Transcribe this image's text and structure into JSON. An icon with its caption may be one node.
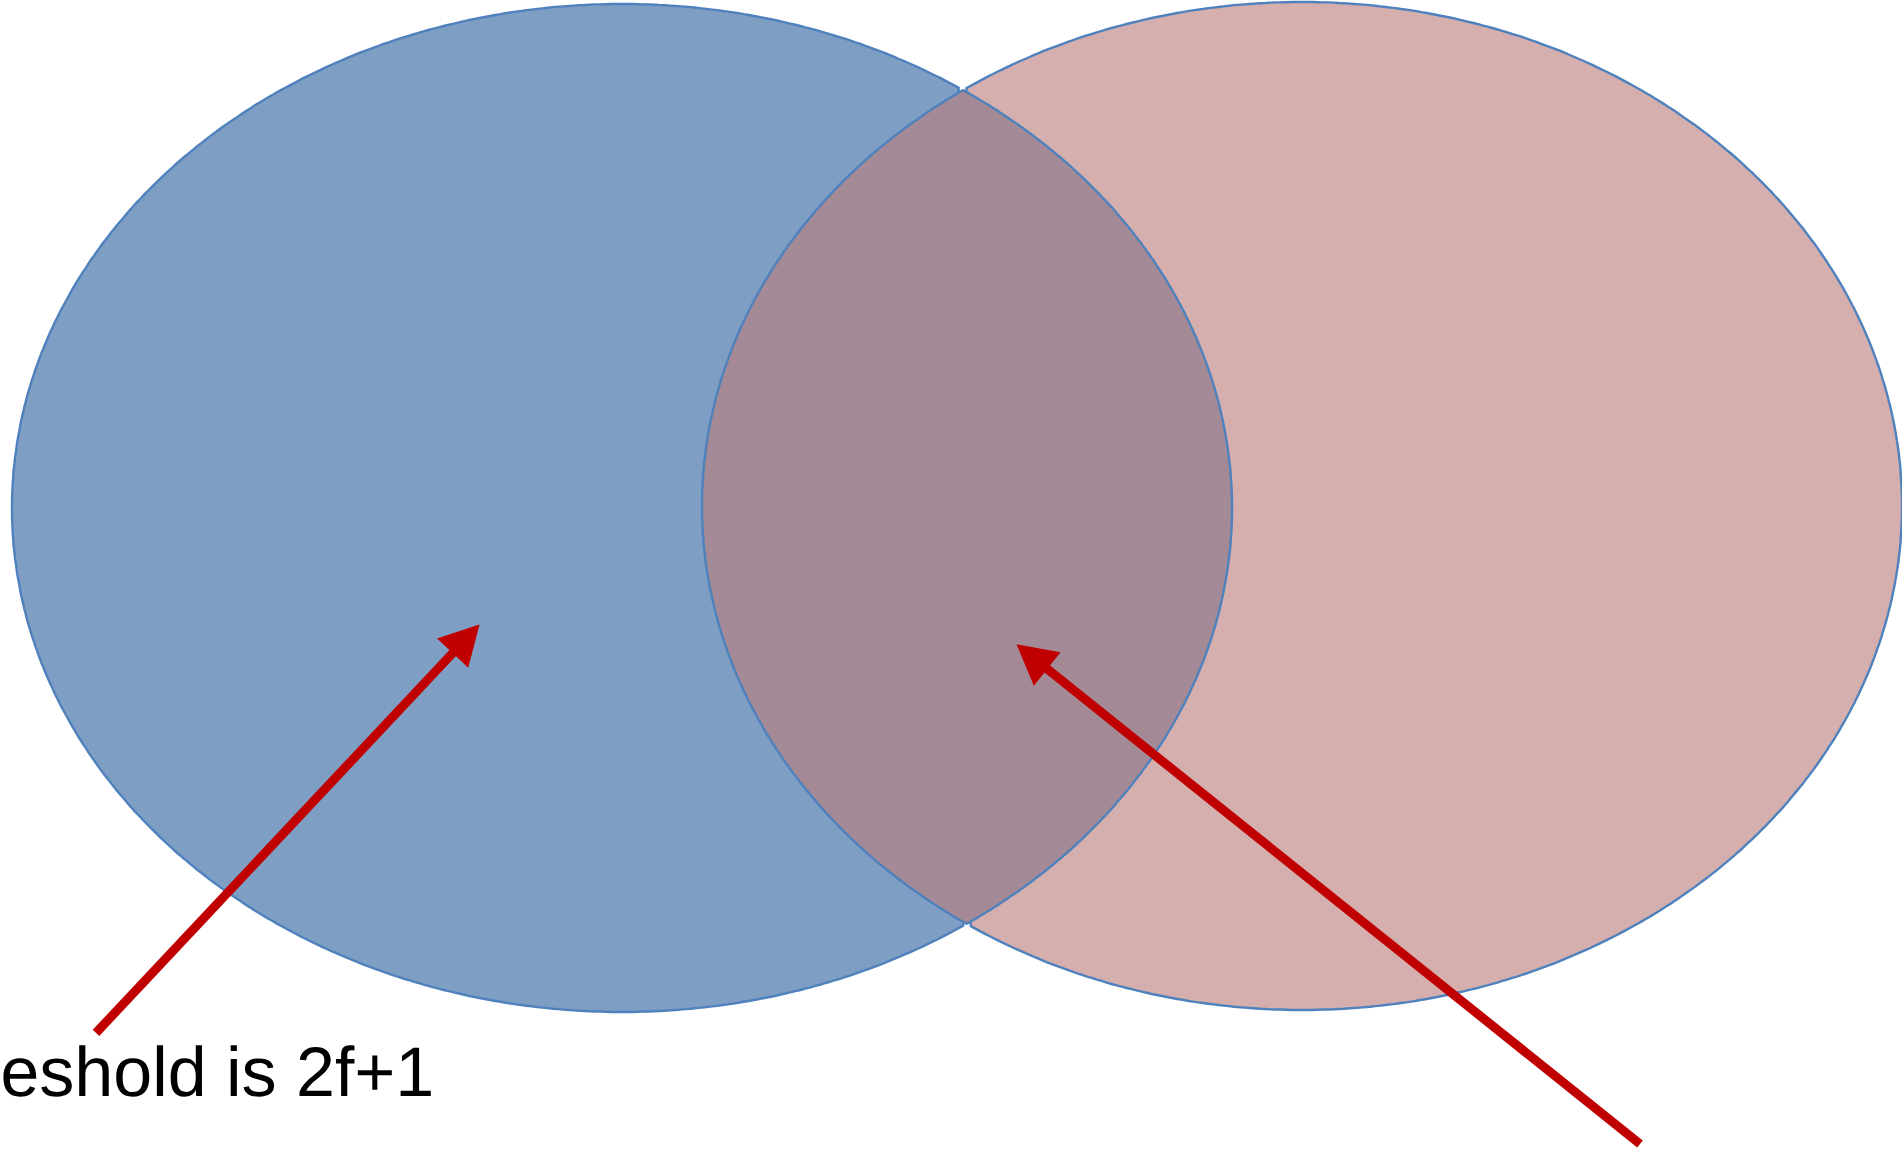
{
  "diagram": {
    "nodes": [
      {
        "text": [],
        "shape": "ellipse"
      },
      {
        "text": [],
        "shape": "ellipse"
      },
      {
        "text": [
          "eshold is 2f+1"
        ]
      },
      {
        "text": [],
        "shape": "lens"
      }
    ],
    "edges": [
      {
        "from": 2,
        "to": 0,
        "arrow": "to",
        "color": "#c00000"
      },
      {
        "from": null,
        "to": 3,
        "arrow": "to",
        "color": "#c00000"
      }
    ]
  }
}
